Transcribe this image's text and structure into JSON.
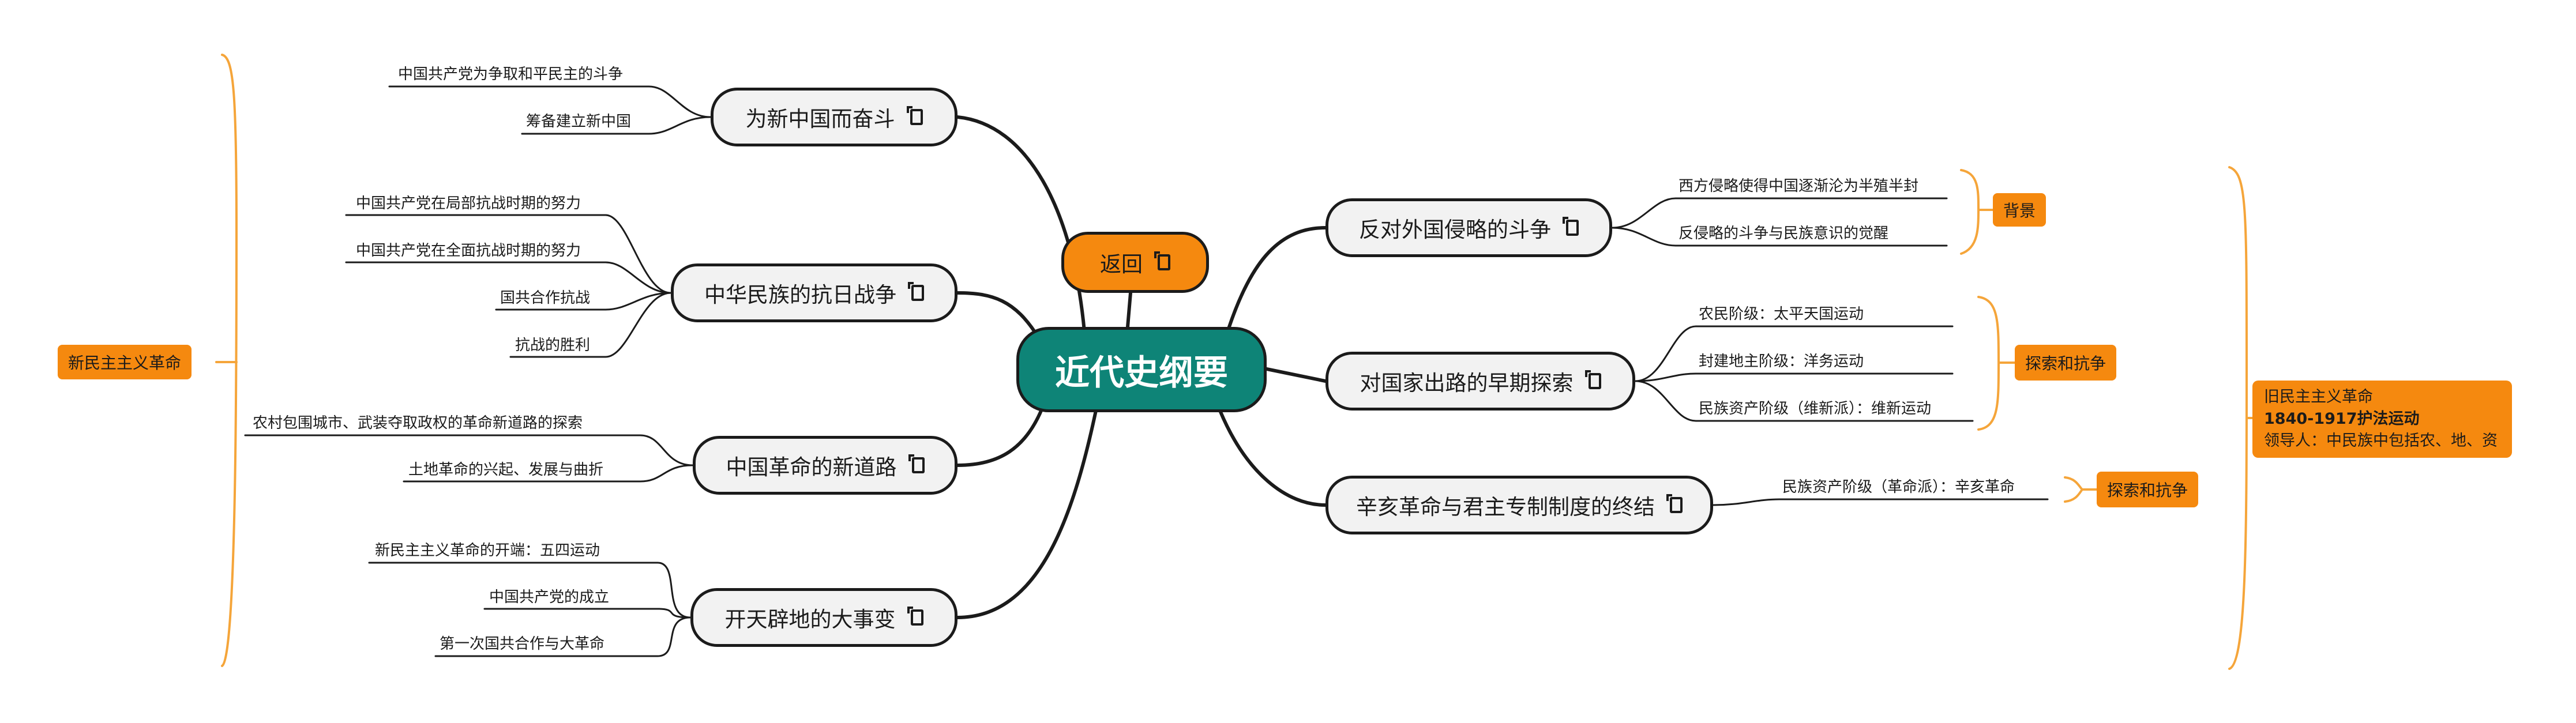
{
  "root": {
    "label": "近代史纲要"
  },
  "back": {
    "label": "返回"
  },
  "left_branches": [
    {
      "label": "为新中国而奋斗",
      "leaves": [
        "中国共产党为争取和平民主的斗争",
        "筹备建立新中国"
      ]
    },
    {
      "label": "中华民族的抗日战争",
      "leaves": [
        "中国共产党在局部抗战时期的努力",
        "中国共产党在全面抗战时期的努力",
        "国共合作抗战",
        "抗战的胜利"
      ]
    },
    {
      "label": "中国革命的新道路",
      "leaves": [
        "农村包围城市、武装夺取政权的革命新道路的探索",
        "土地革命的兴起、发展与曲折"
      ]
    },
    {
      "label": "开天辟地的大事变",
      "leaves": [
        "新民主主义革命的开端：五四运动",
        "中国共产党的成立",
        "第一次国共合作与大革命"
      ]
    }
  ],
  "left_summary": {
    "label": "新民主主义革命"
  },
  "right_branches": [
    {
      "label": "反对外国侵略的斗争",
      "leaves": [
        "西方侵略使得中国逐渐沦为半殖半封",
        "反侵略的斗争与民族意识的觉醒"
      ],
      "tag": "背景"
    },
    {
      "label": "对国家出路的早期探索",
      "leaves": [
        "农民阶级：太平天国运动",
        "封建地主阶级：洋务运动",
        "民族资产阶级（维新派）：维新运动"
      ],
      "tag": "探索和抗争"
    },
    {
      "label": "辛亥革命与君主专制制度的终结",
      "leaves": [
        "民族资产阶级（革命派）：辛亥革命"
      ],
      "tag": "探索和抗争"
    }
  ],
  "right_summary": {
    "line1": "旧民主主义革命",
    "line2": "1840-1917护法运动",
    "line3": "领导人：中民族中包括农、地、资"
  },
  "colors": {
    "root": "#0e8477",
    "accent": "#f5890f",
    "line": "#1b1b1b",
    "bracket": "#f5a53a",
    "node_fill": "#f2f2f2"
  },
  "icons": {
    "note": "note-icon"
  }
}
